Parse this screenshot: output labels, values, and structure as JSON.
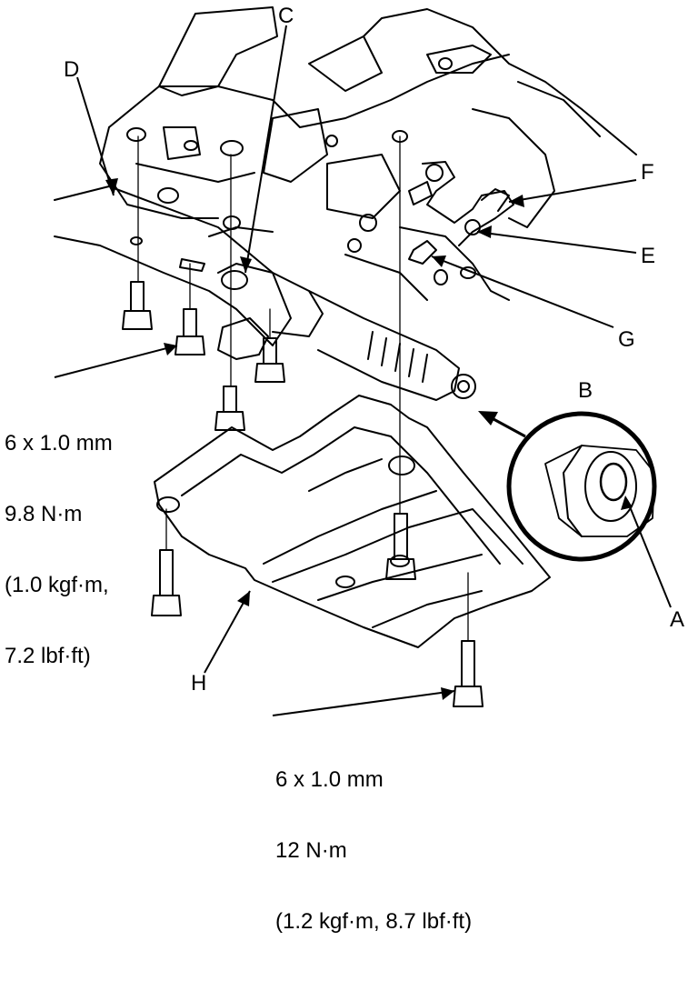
{
  "labels": {
    "A": "A",
    "B": "B",
    "C": "C",
    "D": "D",
    "E": "E",
    "F": "F",
    "G": "G",
    "H": "H"
  },
  "specs": {
    "left": {
      "size": "6 x 1.0 mm",
      "torque_nm": "9.8 N·m",
      "torque_kgf": "(1.0 kgf·m,",
      "torque_lbf": "7.2 lbf·ft)"
    },
    "bottom": {
      "size": "6 x 1.0 mm",
      "torque_nm": "12 N·m",
      "torque_imperial": "(1.2 kgf·m, 8.7 lbf·ft)"
    }
  }
}
